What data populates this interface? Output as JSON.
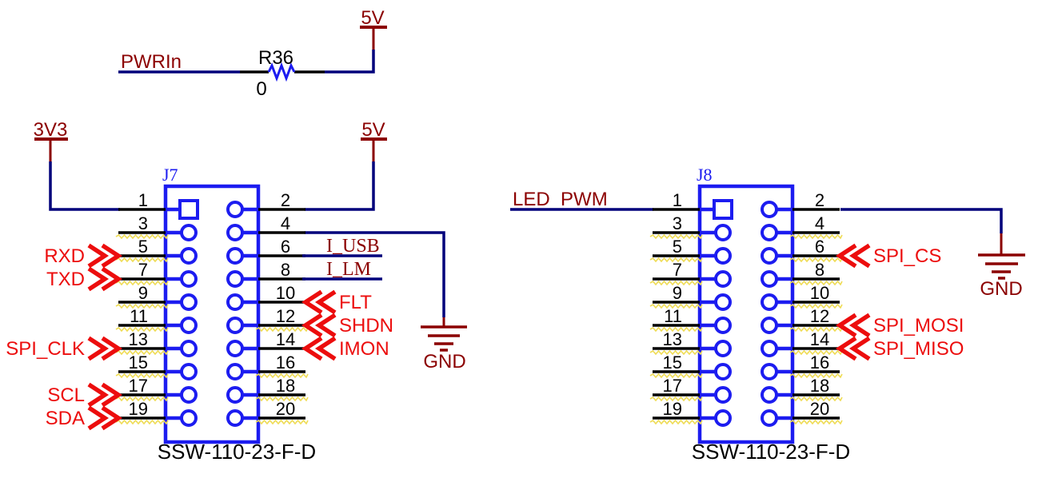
{
  "colors": {
    "wire": "#00007B",
    "component_blue": "#1C1CF0",
    "power_dark_red": "#8B0000",
    "flag_red": "#EC0D0D",
    "black": "#000000",
    "nc_yellow": "#EFDC55"
  },
  "top_rail": {
    "net_in": "PWRIn",
    "resistor_ref": "R36",
    "resistor_value": "0",
    "power": "5V"
  },
  "connectors": [
    {
      "designator": "J7",
      "part_number": "SSW-110-23-F-D",
      "power_taps": {
        "pin1": "3V3",
        "pin2": "5V",
        "gnd": "GND"
      },
      "left_pins": [
        {
          "num": "1"
        },
        {
          "num": "3",
          "nc": true
        },
        {
          "num": "5",
          "flag": "RXD",
          "nc": true
        },
        {
          "num": "7",
          "flag": "TXD",
          "nc": true
        },
        {
          "num": "9",
          "nc": true
        },
        {
          "num": "11",
          "nc": true
        },
        {
          "num": "13",
          "flag": "SPI_CLK",
          "nc": true
        },
        {
          "num": "15",
          "nc": true
        },
        {
          "num": "17",
          "flag": "SCL",
          "nc": true
        },
        {
          "num": "19",
          "flag": "SDA",
          "nc": true
        }
      ],
      "right_pins": [
        {
          "num": "2"
        },
        {
          "num": "4"
        },
        {
          "num": "6",
          "alias": "I_USB"
        },
        {
          "num": "8",
          "alias": "I_LM"
        },
        {
          "num": "10",
          "flag": "FLT"
        },
        {
          "num": "12",
          "flag": "SHDN",
          "nc": true
        },
        {
          "num": "14",
          "flag": "IMON"
        },
        {
          "num": "16",
          "nc": true
        },
        {
          "num": "18",
          "nc": true
        },
        {
          "num": "20",
          "nc": true
        }
      ]
    },
    {
      "designator": "J8",
      "part_number": "SSW-110-23-F-D",
      "wire_label": "LED_PWM",
      "gnd": "GND",
      "left_pins": [
        {
          "num": "1"
        },
        {
          "num": "3",
          "nc": true
        },
        {
          "num": "5",
          "nc": true
        },
        {
          "num": "7",
          "nc": true
        },
        {
          "num": "9",
          "nc": true
        },
        {
          "num": "11",
          "nc": true
        },
        {
          "num": "13",
          "nc": true
        },
        {
          "num": "15",
          "nc": true
        },
        {
          "num": "17",
          "nc": true
        },
        {
          "num": "19",
          "nc": true
        }
      ],
      "right_pins": [
        {
          "num": "2"
        },
        {
          "num": "4",
          "nc": true
        },
        {
          "num": "6",
          "flag": "SPI_CS",
          "nc": true
        },
        {
          "num": "8",
          "nc": true
        },
        {
          "num": "10",
          "nc": true
        },
        {
          "num": "12",
          "flag": "SPI_MOSI",
          "nc": true
        },
        {
          "num": "14",
          "flag": "SPI_MISO",
          "nc": true
        },
        {
          "num": "16",
          "nc": true
        },
        {
          "num": "18",
          "nc": true
        },
        {
          "num": "20",
          "nc": true
        }
      ]
    }
  ]
}
